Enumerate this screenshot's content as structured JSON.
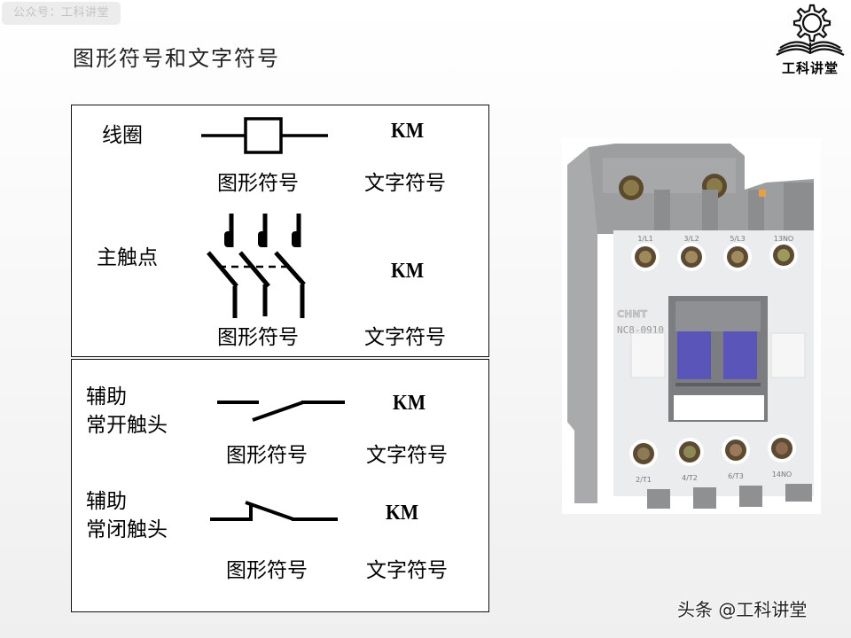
{
  "watermark_top": "公众号：工科讲堂",
  "page_title": "图形符号和文字符号",
  "logo": {
    "icon": "gear-book-icon",
    "text": "工科讲堂"
  },
  "panels": [
    {
      "rows": [
        {
          "name": "线圈",
          "graphic_caption": "图形符号",
          "text_caption": "文字符号",
          "code": "KM",
          "symbol": "coil"
        },
        {
          "name": "主触点",
          "graphic_caption": "图形符号",
          "text_caption": "文字符号",
          "code": "KM",
          "symbol": "main-contacts-3pole"
        }
      ]
    },
    {
      "rows": [
        {
          "name_line1": "辅助",
          "name_line2": "常开触头",
          "graphic_caption": "图形符号",
          "text_caption": "文字符号",
          "code": "KM",
          "symbol": "normally-open-contact"
        },
        {
          "name_line1": "辅助",
          "name_line2": "常闭触头",
          "graphic_caption": "图形符号",
          "text_caption": "文字符号",
          "code": "KM",
          "symbol": "normally-closed-contact"
        }
      ]
    }
  ],
  "photo": {
    "subject": "AC contactor",
    "brand": "CHNT",
    "model": "NC8-0910",
    "top_terminals": [
      "1/L1",
      "3/L2",
      "5/L3",
      "13NO"
    ],
    "bottom_terminals": [
      "2/T1",
      "4/T2",
      "6/T3",
      "14NO"
    ],
    "colors": {
      "body": "#e9eaec",
      "housing": "#9a9b9d",
      "button": "#5a55b8"
    }
  },
  "watermark_bottom": "头条 @工科讲堂"
}
